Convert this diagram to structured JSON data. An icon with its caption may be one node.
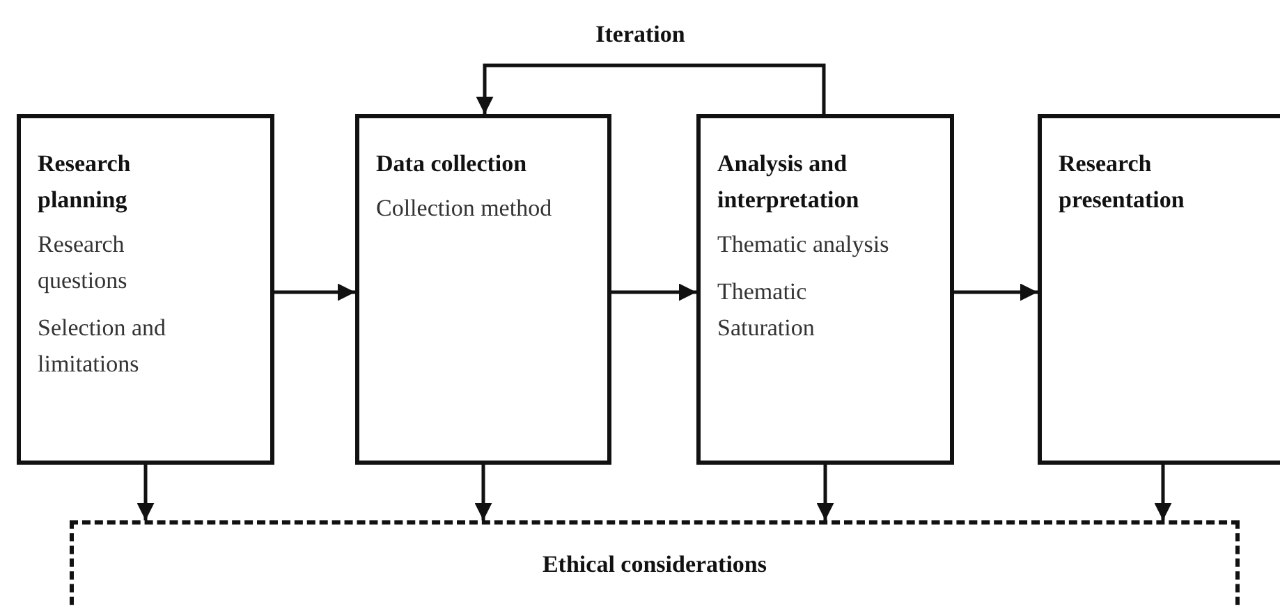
{
  "diagram": {
    "nodes": [
      {
        "text": [
          "Research planning",
          "Research questions",
          "Selection and limitations"
        ]
      },
      {
        "text": [
          "Data collection",
          "Collection method"
        ]
      },
      {
        "text": [
          "Analysis and interpretation",
          "Thematic analysis",
          "Thematic Saturation"
        ]
      },
      {
        "text": [
          "Research presentation"
        ]
      },
      {
        "text": [
          "Ethical considerations"
        ]
      }
    ],
    "edges": [
      {
        "from": 0,
        "to": 1,
        "arrow": "to"
      },
      {
        "from": 1,
        "to": 2,
        "arrow": "to"
      },
      {
        "from": 2,
        "to": 3,
        "arrow": "to"
      },
      {
        "from": 2,
        "to": 1,
        "arrow": "to",
        "label": "Iteration"
      },
      {
        "from": 0,
        "to": 4,
        "arrow": "to"
      },
      {
        "from": 1,
        "to": 4,
        "arrow": "to"
      },
      {
        "from": 2,
        "to": 4,
        "arrow": "to"
      },
      {
        "from": 3,
        "to": 4,
        "arrow": "to"
      }
    ]
  }
}
